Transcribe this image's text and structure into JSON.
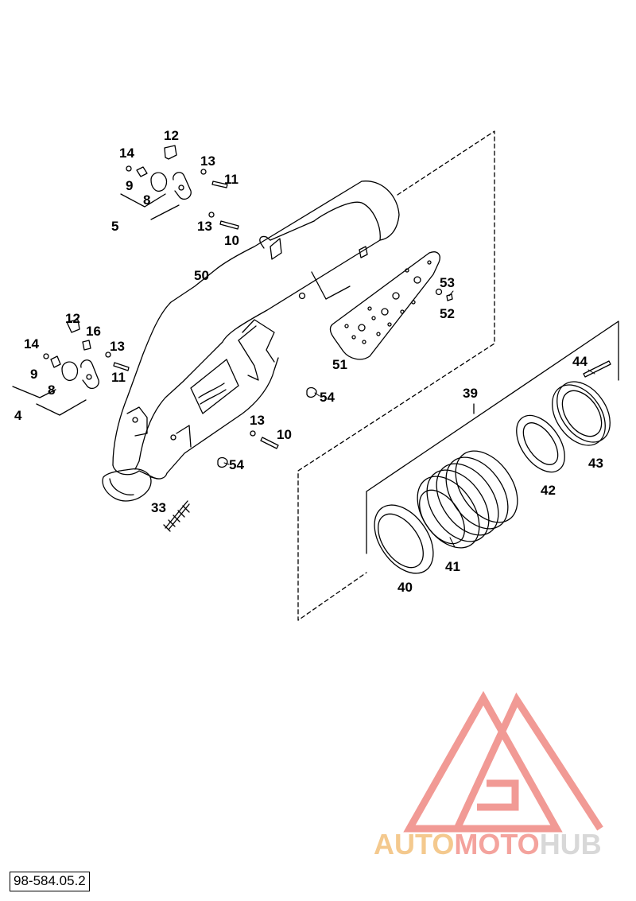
{
  "document_number": "98-584.05.2",
  "watermark": {
    "part1": "AUTO",
    "part2": "MOTO",
    "part3": "HUB"
  },
  "callouts": {
    "p12a": "12",
    "p14a": "14",
    "p13a": "13",
    "p11a": "11",
    "p9a": "9",
    "p8a": "8",
    "p5": "5",
    "p13b": "13",
    "p10a": "10",
    "p50": "50",
    "p53": "53",
    "p52": "52",
    "p12b": "12",
    "p16": "16",
    "p14b": "14",
    "p13c": "13",
    "p9b": "9",
    "p11b": "11",
    "p8b": "8",
    "p4": "4",
    "p51": "51",
    "p54a": "54",
    "p44": "44",
    "p39": "39",
    "p13d": "13",
    "p10b": "10",
    "p54b": "54",
    "p43": "43",
    "p42": "42",
    "p33": "33",
    "p41": "41",
    "p40": "40"
  },
  "colors": {
    "line": "#000000",
    "logo_red": "#f0908a",
    "logo_orange": "#f4c98e",
    "logo_gray": "#d8d8d8"
  }
}
